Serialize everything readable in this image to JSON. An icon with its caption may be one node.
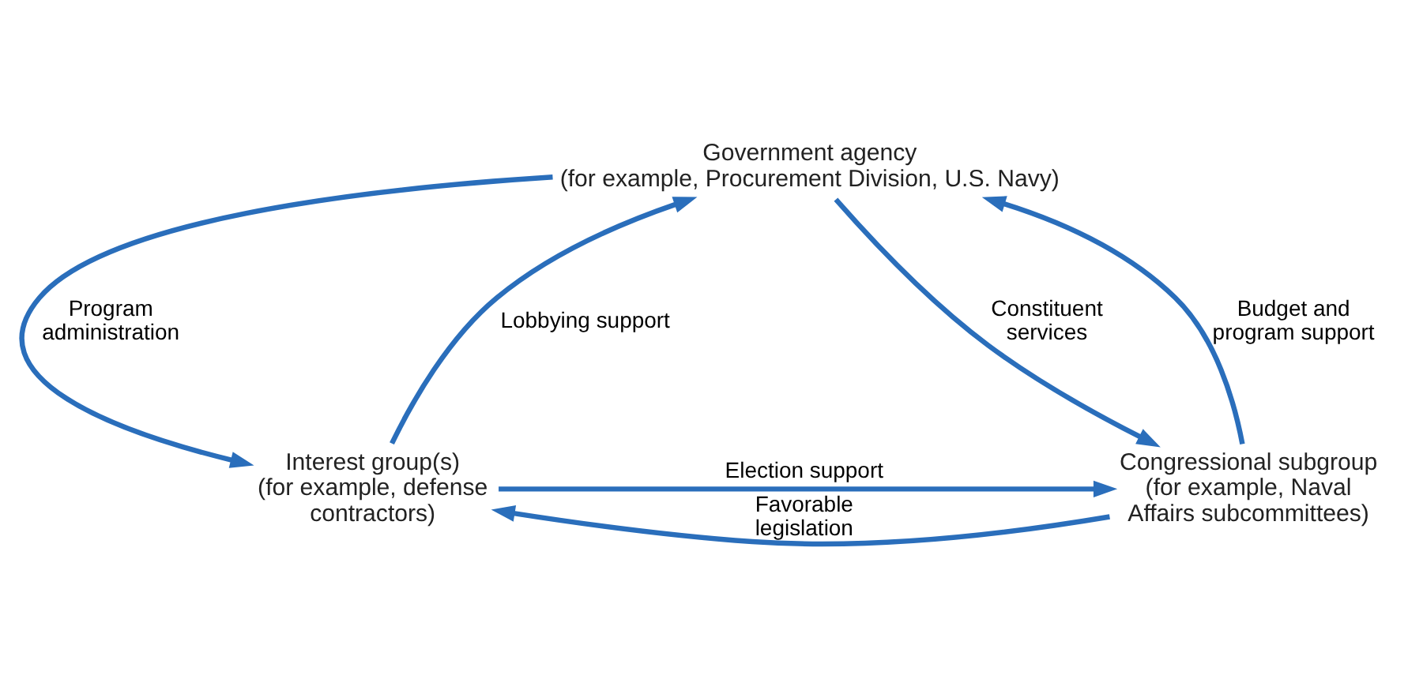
{
  "diagram": {
    "nodes": [
      {
        "text": [
          "Government agency",
          "(for example, Procurement Division, U.S. Navy)"
        ]
      },
      {
        "text": [
          "Interest group(s)",
          "(for example, defense contractors)"
        ]
      },
      {
        "text": [
          "Congressional subgroup",
          "(for example, Naval Affairs subcommittees)"
        ]
      }
    ],
    "edges": [
      {
        "from": 0,
        "to": 1,
        "arrow": "to",
        "label": "Program administration"
      },
      {
        "from": 1,
        "to": 0,
        "arrow": "to",
        "label": "Lobbying support"
      },
      {
        "from": 0,
        "to": 2,
        "arrow": "to",
        "label": "Constituent services"
      },
      {
        "from": 2,
        "to": 0,
        "arrow": "to",
        "label": "Budget and program support"
      },
      {
        "from": 2,
        "to": 1,
        "arrow": "to",
        "label": "Favorable legislation"
      },
      {
        "from": 1,
        "to": 2,
        "arrow": "to",
        "label": "Election support"
      }
    ]
  }
}
